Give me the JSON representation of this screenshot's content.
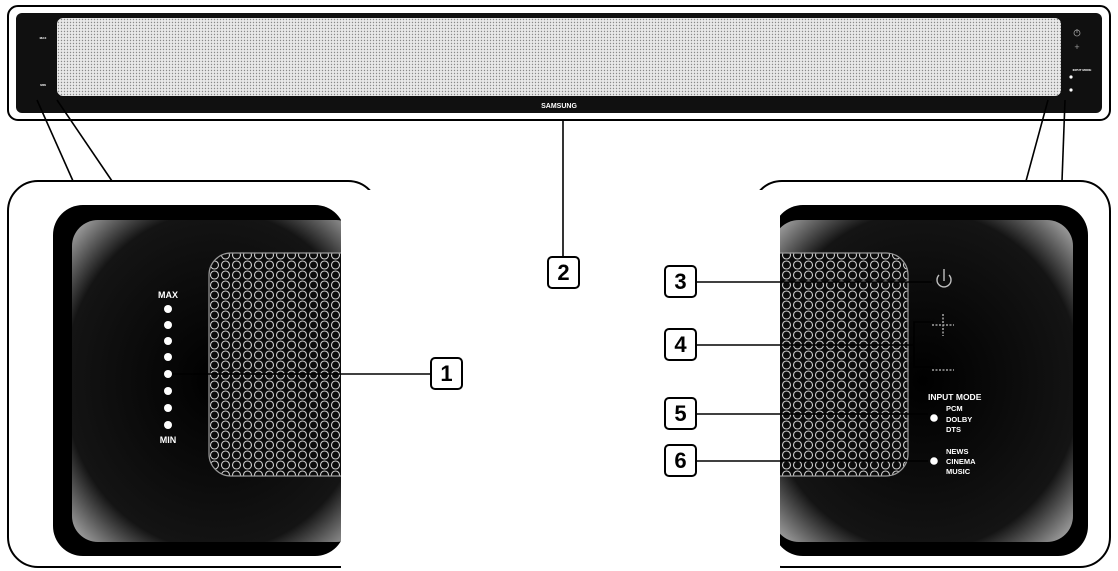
{
  "soundbar": {
    "brand": "SAMSUNG",
    "left_top_label": "MAX",
    "left_bottom_label": "MIN",
    "right_input_label": "INPUT MODE"
  },
  "left_detail": {
    "max_label": "MAX",
    "min_label": "MIN",
    "level_indicator_count": 8
  },
  "right_detail": {
    "input_mode_title": "INPUT MODE",
    "input_modes": [
      "PCM",
      "DOLBY",
      "DTS"
    ],
    "sound_modes": [
      "NEWS",
      "CINEMA",
      "MUSIC"
    ],
    "plus_symbol": "+",
    "minus_symbol": "—"
  },
  "callouts": {
    "c1": "1",
    "c2": "2",
    "c3": "3",
    "c4": "4",
    "c5": "5",
    "c6": "6"
  },
  "colors": {
    "frame": "#000000",
    "panel_bg": "#0a0a0a",
    "grille": "#2a2a2a",
    "text": "#ffffff"
  }
}
